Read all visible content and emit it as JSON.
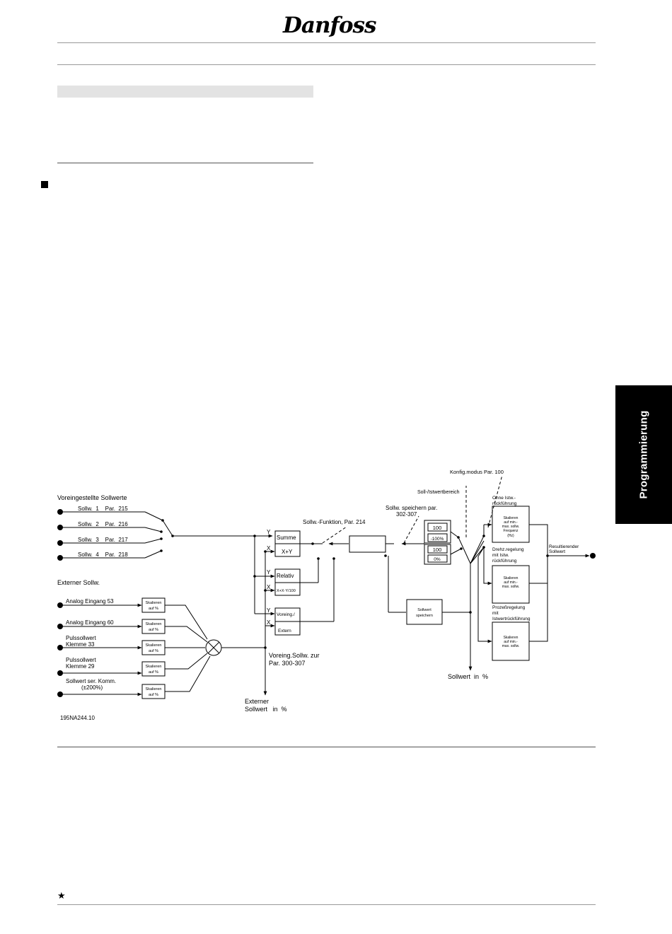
{
  "header": {
    "brand": "Danfoss"
  },
  "side_tab": {
    "label": "Programmierung"
  },
  "footer": {
    "symbol": "★"
  },
  "diagram": {
    "figure_id": "195NA244.10",
    "labels": {
      "preset_heading": "Voreingestellte Sollwerte",
      "preset_1": "Sollw.  1    Par.  215",
      "preset_2": "Sollw.  2    Par.  216",
      "preset_3": "Sollw.  3    Par.  217",
      "preset_4": "Sollw.  4    Par.  218",
      "external_heading": "Externer Sollw.",
      "analog_53": "Analog Eingang 53",
      "analog_60": "Analog Eingang 60",
      "pulse_33_l1": "Pulssollwert",
      "pulse_33_l2": "Klemme 33",
      "pulse_29_l1": "Pulssollwert",
      "pulse_29_l2": "Klemme 29",
      "serial_l1": "Sollwert ser. Komm.",
      "serial_l2": "(±200%)",
      "scale_l1": "Skalieren",
      "scale_l2": "auf %",
      "y": "Y",
      "x": "X",
      "summe": "Summe",
      "xpy": "X+Y",
      "relativ": "Relativ",
      "rel_formula": "X+X·Y/100",
      "voreing": "Voreing./",
      "extern": "Extern",
      "func_label": "Sollw.-Funktion, Par. 214",
      "store_par_l1": "Sollw. speichern par.",
      "store_par_l2": "302-307",
      "range": "Soll-/Istwertbereich",
      "config": "Konfig.modus Par. 100",
      "lim1_top": "100",
      "lim1_bot": "-100%",
      "lim2_top": "100",
      "lim2_bot": "0%",
      "store_l1": "Sollwert",
      "store_l2": "speichern",
      "without_fb_l1": "Ohne Istw.-",
      "without_fb_l2": "rückführung",
      "speed_reg_l1": "Drehz.regelung",
      "speed_reg_l2": "mit Istw.",
      "speed_reg_l3": "rückführung",
      "process_l1": "Prozeßregelung",
      "process_l2": "mit",
      "process_l3": "Istwertrückführung",
      "box1_l1": "Skalieren",
      "box1_l2": "auf min.-",
      "box1_l3": "max. sollw.",
      "box1_l4": "Frequenz",
      "box1_l5": "(Hz)",
      "box2_l1": "Skalieren",
      "box2_l2": "auf min.-",
      "box2_l3": "max. sollw.",
      "box3_l1": "Skalieren",
      "box3_l2": "auf min.-",
      "box3_l3": "max. sollw.",
      "result_l1": "Resultierender",
      "result_l2": "Sollwert",
      "preset_ref_l1": "Voreing.Sollw. zur",
      "preset_ref_l2": "Par. 300-307",
      "ext_pct_l1": "Externer",
      "ext_pct_l2": "Sollwert   in  %",
      "ref_pct": "Sollwert  in  %"
    }
  }
}
